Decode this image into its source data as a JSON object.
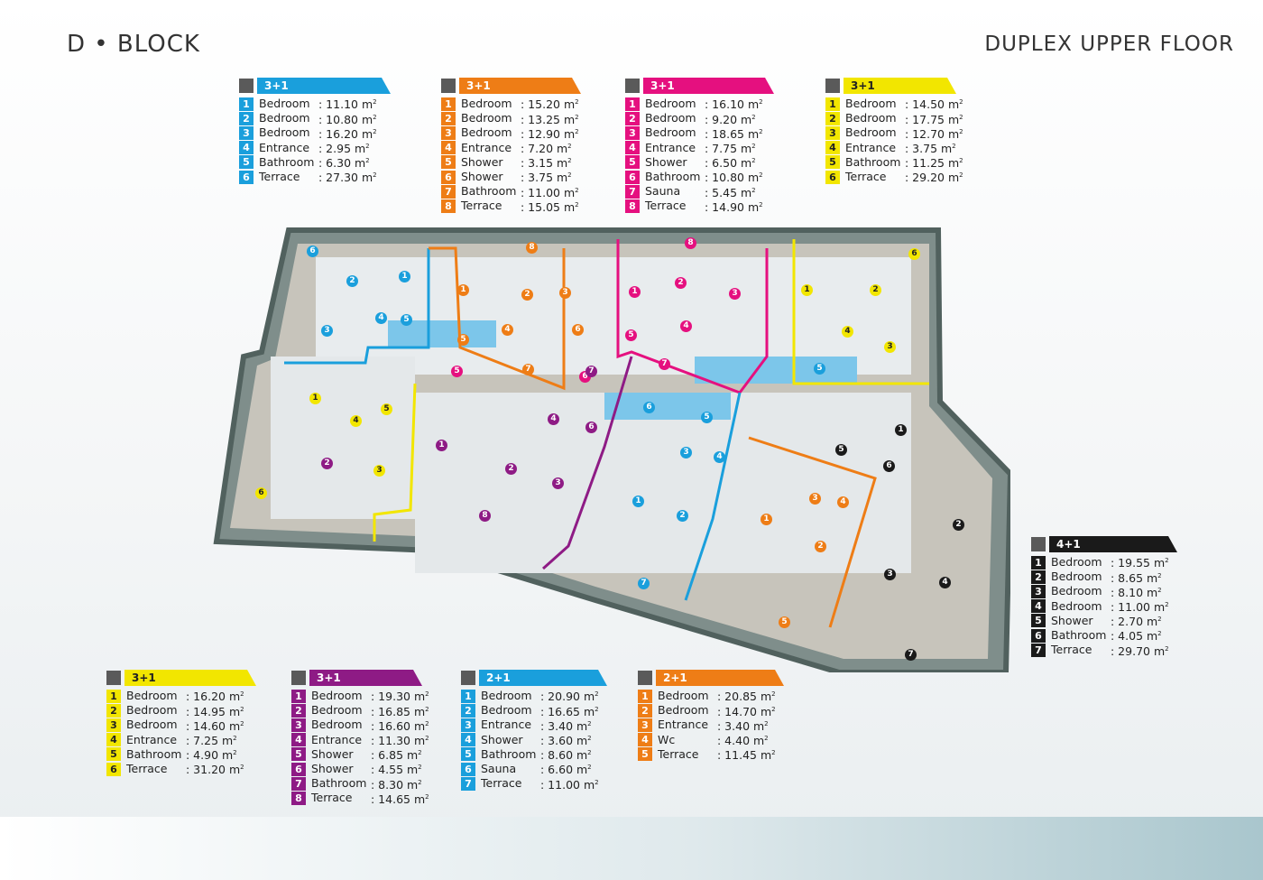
{
  "header": {
    "title": "D • BLOCK",
    "subtitle": "DUPLEX UPPER FLOOR"
  },
  "colors": {
    "blue": "#1a9fdc",
    "orange": "#ee7d16",
    "magenta": "#e5107f",
    "yellow": "#f2e600",
    "purple": "#8e1b85",
    "black": "#1a1a1a"
  },
  "legends": [
    {
      "type": "3+1",
      "color": "#1a9fdc",
      "rooms": [
        {
          "n": "1",
          "name": "Bedroom",
          "area": ": 11.10 m"
        },
        {
          "n": "2",
          "name": "Bedroom",
          "area": ": 10.80 m"
        },
        {
          "n": "3",
          "name": "Bedroom",
          "area": ": 16.20 m"
        },
        {
          "n": "4",
          "name": "Entrance",
          "area": ":   2.95 m"
        },
        {
          "n": "5",
          "name": "Bathroom",
          "area": ":   6.30 m"
        },
        {
          "n": "6",
          "name": "Terrace",
          "area": ": 27.30 m"
        }
      ]
    },
    {
      "type": "3+1",
      "color": "#ee7d16",
      "rooms": [
        {
          "n": "1",
          "name": "Bedroom",
          "area": ": 15.20 m"
        },
        {
          "n": "2",
          "name": "Bedroom",
          "area": ": 13.25 m"
        },
        {
          "n": "3",
          "name": "Bedroom",
          "area": ": 12.90 m"
        },
        {
          "n": "4",
          "name": "Entrance",
          "area": ":   7.20 m"
        },
        {
          "n": "5",
          "name": "Shower",
          "area": ":   3.15 m"
        },
        {
          "n": "6",
          "name": "Shower",
          "area": ":   3.75 m"
        },
        {
          "n": "7",
          "name": "Bathroom",
          "area": ": 11.00 m"
        },
        {
          "n": "8",
          "name": "Terrace",
          "area": ": 15.05 m"
        }
      ]
    },
    {
      "type": "3+1",
      "color": "#e5107f",
      "rooms": [
        {
          "n": "1",
          "name": "Bedroom",
          "area": ": 16.10 m"
        },
        {
          "n": "2",
          "name": "Bedroom",
          "area": ":   9.20 m"
        },
        {
          "n": "3",
          "name": "Bedroom",
          "area": ": 18.65 m"
        },
        {
          "n": "4",
          "name": "Entrance",
          "area": ":   7.75 m"
        },
        {
          "n": "5",
          "name": "Shower",
          "area": ":   6.50 m"
        },
        {
          "n": "6",
          "name": "Bathroom",
          "area": ": 10.80 m"
        },
        {
          "n": "7",
          "name": "Sauna",
          "area": ":   5.45 m"
        },
        {
          "n": "8",
          "name": "Terrace",
          "area": ": 14.90 m"
        }
      ]
    },
    {
      "type": "3+1",
      "color": "#f2e600",
      "dark_text": true,
      "rooms": [
        {
          "n": "1",
          "name": "Bedroom",
          "area": ": 14.50 m"
        },
        {
          "n": "2",
          "name": "Bedroom",
          "area": ": 17.75 m"
        },
        {
          "n": "3",
          "name": "Bedroom",
          "area": ": 12.70 m"
        },
        {
          "n": "4",
          "name": "Entrance",
          "area": ":   3.75 m"
        },
        {
          "n": "5",
          "name": "Bathroom",
          "area": ": 11.25 m"
        },
        {
          "n": "6",
          "name": "Terrace",
          "area": ": 29.20 m"
        }
      ]
    },
    {
      "type": "4+1",
      "color": "#1a1a1a",
      "rooms": [
        {
          "n": "1",
          "name": "Bedroom",
          "area": ": 19.55 m"
        },
        {
          "n": "2",
          "name": "Bedroom",
          "area": ":   8.65 m"
        },
        {
          "n": "3",
          "name": "Bedroom",
          "area": ":   8.10 m"
        },
        {
          "n": "4",
          "name": "Bedroom",
          "area": ": 11.00 m"
        },
        {
          "n": "5",
          "name": "Shower",
          "area": ":   2.70 m"
        },
        {
          "n": "6",
          "name": "Bathroom",
          "area": ":   4.05 m"
        },
        {
          "n": "7",
          "name": "Terrace",
          "area": ": 29.70 m"
        }
      ]
    },
    {
      "type": "3+1",
      "color": "#f2e600",
      "dark_text": true,
      "rooms": [
        {
          "n": "1",
          "name": "Bedroom",
          "area": ": 16.20 m"
        },
        {
          "n": "2",
          "name": "Bedroom",
          "area": ": 14.95 m"
        },
        {
          "n": "3",
          "name": "Bedroom",
          "area": ": 14.60 m"
        },
        {
          "n": "4",
          "name": "Entrance",
          "area": ":   7.25 m"
        },
        {
          "n": "5",
          "name": "Bathroom",
          "area": ":   4.90 m"
        },
        {
          "n": "6",
          "name": "Terrace",
          "area": ": 31.20 m"
        }
      ]
    },
    {
      "type": "3+1",
      "color": "#8e1b85",
      "rooms": [
        {
          "n": "1",
          "name": "Bedroom",
          "area": ": 19.30 m"
        },
        {
          "n": "2",
          "name": "Bedroom",
          "area": ": 16.85 m"
        },
        {
          "n": "3",
          "name": "Bedroom",
          "area": ": 16.60 m"
        },
        {
          "n": "4",
          "name": "Entrance",
          "area": ": 11.30 m"
        },
        {
          "n": "5",
          "name": "Shower",
          "area": ":   6.85 m"
        },
        {
          "n": "6",
          "name": "Shower",
          "area": ":   4.55 m"
        },
        {
          "n": "7",
          "name": "Bathroom",
          "area": ":   8.30 m"
        },
        {
          "n": "8",
          "name": "Terrace",
          "area": ": 14.65 m"
        }
      ]
    },
    {
      "type": "2+1",
      "color": "#1a9fdc",
      "rooms": [
        {
          "n": "1",
          "name": "Bedroom",
          "area": ": 20.90 m"
        },
        {
          "n": "2",
          "name": "Bedroom",
          "area": ": 16.65 m"
        },
        {
          "n": "3",
          "name": "Entrance",
          "area": ":   3.40 m"
        },
        {
          "n": "4",
          "name": "Shower",
          "area": ":   3.60 m"
        },
        {
          "n": "5",
          "name": "Bathroom",
          "area": ":   8.60 m"
        },
        {
          "n": "6",
          "name": "Sauna",
          "area": ":   6.60 m"
        },
        {
          "n": "7",
          "name": "Terrace",
          "area": ": 11.00 m"
        }
      ]
    },
    {
      "type": "2+1",
      "color": "#ee7d16",
      "rooms": [
        {
          "n": "1",
          "name": "Bedroom",
          "area": ": 20.85 m"
        },
        {
          "n": "2",
          "name": "Bedroom",
          "area": ": 14.70 m"
        },
        {
          "n": "3",
          "name": "Entrance",
          "area": ":   3.40 m"
        },
        {
          "n": "4",
          "name": "Wc",
          "area": ":   4.40 m"
        },
        {
          "n": "5",
          "name": "Terrace",
          "area": ": 11.45 m"
        }
      ]
    }
  ],
  "unit_superscript": "2",
  "plan_markers": [
    {
      "n": "1",
      "c": "blue"
    },
    {
      "n": "2",
      "c": "blue"
    },
    {
      "n": "3",
      "c": "blue"
    },
    {
      "n": "4",
      "c": "blue"
    },
    {
      "n": "5",
      "c": "blue"
    },
    {
      "n": "6",
      "c": "blue"
    },
    {
      "n": "1",
      "c": "orange"
    },
    {
      "n": "2",
      "c": "orange"
    },
    {
      "n": "3",
      "c": "orange"
    },
    {
      "n": "4",
      "c": "orange"
    },
    {
      "n": "5",
      "c": "orange"
    },
    {
      "n": "6",
      "c": "orange"
    },
    {
      "n": "7",
      "c": "orange"
    },
    {
      "n": "8",
      "c": "orange"
    },
    {
      "n": "1",
      "c": "magenta"
    },
    {
      "n": "2",
      "c": "magenta"
    },
    {
      "n": "3",
      "c": "magenta"
    },
    {
      "n": "4",
      "c": "magenta"
    },
    {
      "n": "5",
      "c": "magenta"
    },
    {
      "n": "6",
      "c": "magenta"
    },
    {
      "n": "7",
      "c": "magenta"
    },
    {
      "n": "8",
      "c": "magenta"
    },
    {
      "n": "1",
      "c": "yellow"
    },
    {
      "n": "2",
      "c": "yellow"
    },
    {
      "n": "3",
      "c": "yellow"
    },
    {
      "n": "4",
      "c": "yellow"
    },
    {
      "n": "5",
      "c": "blue"
    },
    {
      "n": "6",
      "c": "yellow"
    },
    {
      "n": "1",
      "c": "yellow"
    },
    {
      "n": "2",
      "c": "purple"
    },
    {
      "n": "3",
      "c": "yellow"
    },
    {
      "n": "4",
      "c": "yellow"
    },
    {
      "n": "5",
      "c": "yellow"
    },
    {
      "n": "6",
      "c": "yellow"
    },
    {
      "n": "1",
      "c": "purple"
    },
    {
      "n": "2",
      "c": "purple"
    },
    {
      "n": "3",
      "c": "purple"
    },
    {
      "n": "4",
      "c": "purple"
    },
    {
      "n": "5",
      "c": "magenta"
    },
    {
      "n": "6",
      "c": "purple"
    },
    {
      "n": "7",
      "c": "purple"
    },
    {
      "n": "8",
      "c": "purple"
    },
    {
      "n": "1",
      "c": "blue"
    },
    {
      "n": "2",
      "c": "blue"
    },
    {
      "n": "3",
      "c": "blue"
    },
    {
      "n": "4",
      "c": "blue"
    },
    {
      "n": "5",
      "c": "blue"
    },
    {
      "n": "6",
      "c": "blue"
    },
    {
      "n": "7",
      "c": "blue"
    },
    {
      "n": "1",
      "c": "orange"
    },
    {
      "n": "2",
      "c": "orange"
    },
    {
      "n": "3",
      "c": "orange"
    },
    {
      "n": "4",
      "c": "orange"
    },
    {
      "n": "5",
      "c": "orange"
    },
    {
      "n": "1",
      "c": "black"
    },
    {
      "n": "2",
      "c": "black"
    },
    {
      "n": "3",
      "c": "black"
    },
    {
      "n": "4",
      "c": "black"
    },
    {
      "n": "5",
      "c": "black"
    },
    {
      "n": "6",
      "c": "black"
    },
    {
      "n": "7",
      "c": "black"
    }
  ]
}
